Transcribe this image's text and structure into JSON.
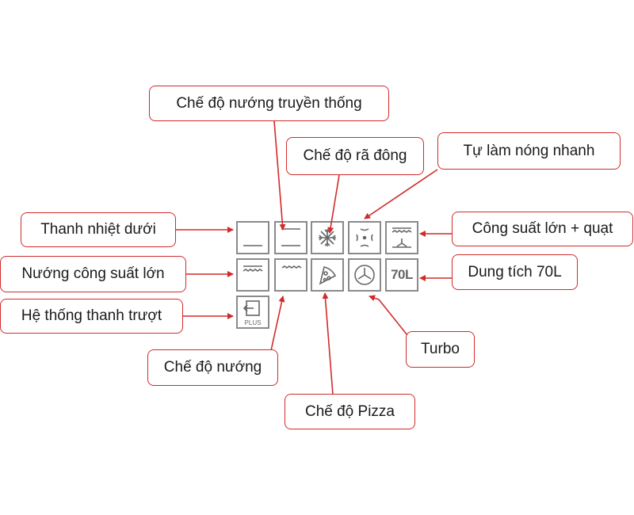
{
  "colors": {
    "accent": "#d12a2a",
    "icon_stroke": "#8a8a8a",
    "text": "#1a1a1a"
  },
  "labels": {
    "traditional_bake": "Chế độ nướng truyền thống",
    "defrost": "Chế độ rã đông",
    "fast_preheat": "Tự làm nóng nhanh",
    "bottom_heater": "Thanh nhiệt dưới",
    "high_power_fan": "Công suất lớn + quạt",
    "high_power_grill": "Nướng công suất lớn",
    "capacity": "Dung tích 70L",
    "rail_system": "Hệ thống thanh trượt",
    "turbo": "Turbo",
    "grill_mode": "Chế độ nướng",
    "pizza_mode": "Chế độ Pizza"
  },
  "icons": {
    "row1": [
      "bottom-heater-icon",
      "top-bottom-heater-icon",
      "snowflake-icon",
      "fast-preheat-icon",
      "fan-top-bottom-icon"
    ],
    "row2": [
      "high-power-grill-icon",
      "grill-icon",
      "pizza-icon",
      "turbo-fan-icon",
      "capacity-70l-icon"
    ],
    "row3": [
      "rail-plus-icon"
    ],
    "capacity_text": "70L",
    "plus_text": "PLUS"
  }
}
